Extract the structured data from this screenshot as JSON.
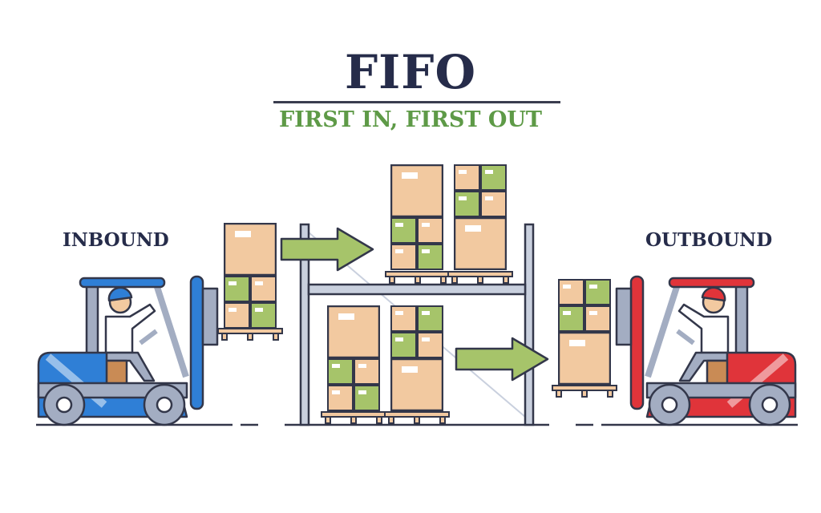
{
  "header": {
    "title": "FIFO",
    "subtitle": "FIRST IN, FIRST OUT"
  },
  "labels": {
    "inbound": "INBOUND",
    "outbound": "OUTBOUND"
  },
  "colors": {
    "title": "#262c4a",
    "subtitle": "#5e9a47",
    "inbound_forklift": "#2f7fd6",
    "outbound_forklift": "#e0343a",
    "box": "#f2c9a0",
    "box_green": "#a6c46a",
    "arrow": "#a6c46a"
  }
}
